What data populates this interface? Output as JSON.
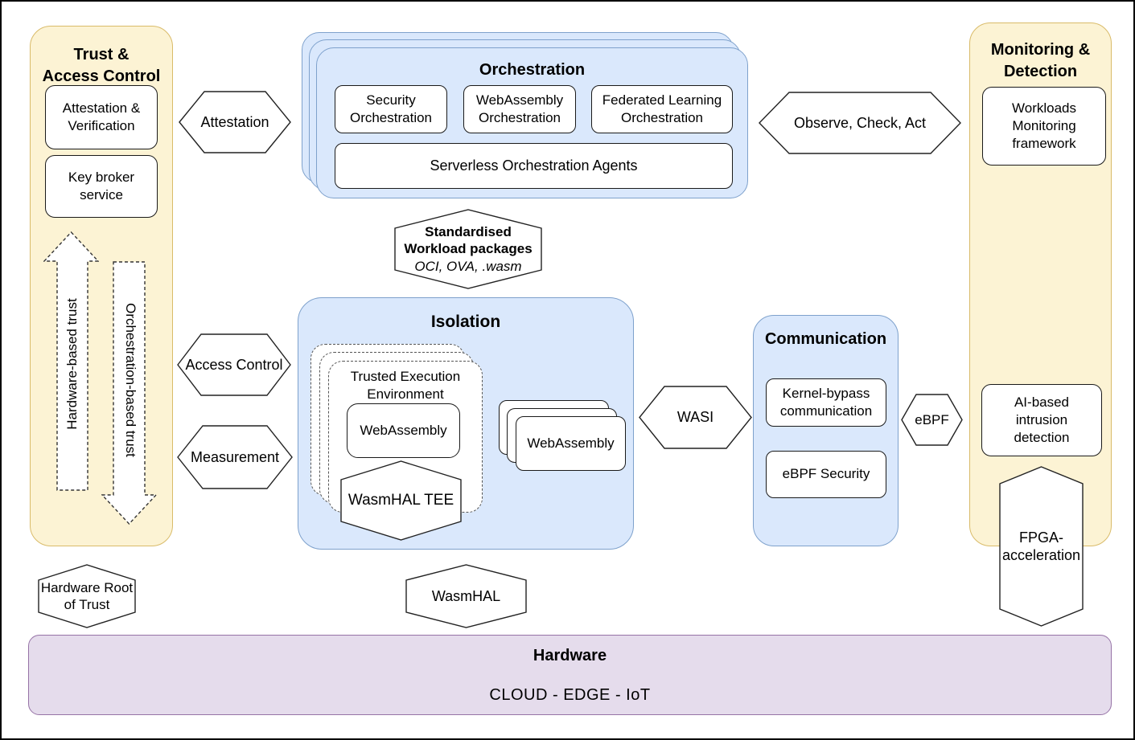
{
  "colors": {
    "yellow_fill": "#fcf3d4",
    "yellow_stroke": "#d9bb69",
    "blue_fill": "#dae8fc",
    "blue_stroke": "#7ea1cc",
    "purple_fill": "#e5dcec",
    "purple_stroke": "#9673a6",
    "box_stroke": "#1a1a1a"
  },
  "trust": {
    "title": "Trust &\nAccess Control",
    "attestation_box": "Attestation &\nVerification",
    "key_broker_box": "Key broker\nservice",
    "hardware_trust_arrow": "Hardware-based trust",
    "orchestration_trust_arrow": "Orchestration-based trust"
  },
  "orchestration": {
    "title": "Orchestration",
    "security_box": "Security\nOrchestration",
    "webassembly_box": "WebAssembly\nOrchestration",
    "federated_box": "Federated Learning\nOrchestration",
    "serverless_box": "Serverless Orchestration Agents"
  },
  "isolation": {
    "title": "Isolation",
    "tee_label": "Trusted Execution\nEnvironment",
    "tee_wasm_box": "WebAssembly",
    "wasm_stack_box": "WebAssembly",
    "wasmhal_tee_hex": "WasmHAL TEE"
  },
  "communication": {
    "title": "Communication",
    "kernel_bypass_box": "Kernel-bypass\ncommunication",
    "ebpf_security_box": "eBPF Security"
  },
  "monitoring": {
    "title": "Monitoring &\nDetection",
    "workloads_box": "Workloads\nMonitoring\nframework",
    "ai_intrusion_box": "AI-based\nintrusion\ndetection"
  },
  "hexagons": {
    "attestation": "Attestation",
    "observe": "Observe, Check, Act",
    "access_control": "Access Control",
    "measurement": "Measurement",
    "wasi": "WASI",
    "ebpf": "eBPF",
    "standardised_bold": "Standardised\nWorkload packages",
    "standardised_italic": "OCI, OVA, .wasm",
    "hardware_root": "Hardware Root\nof Trust",
    "wasmhal": "WasmHAL",
    "fpga": "FPGA-\nacceleration"
  },
  "hardware": {
    "title": "Hardware",
    "subtitle": "CLOUD - EDGE - IoT"
  }
}
